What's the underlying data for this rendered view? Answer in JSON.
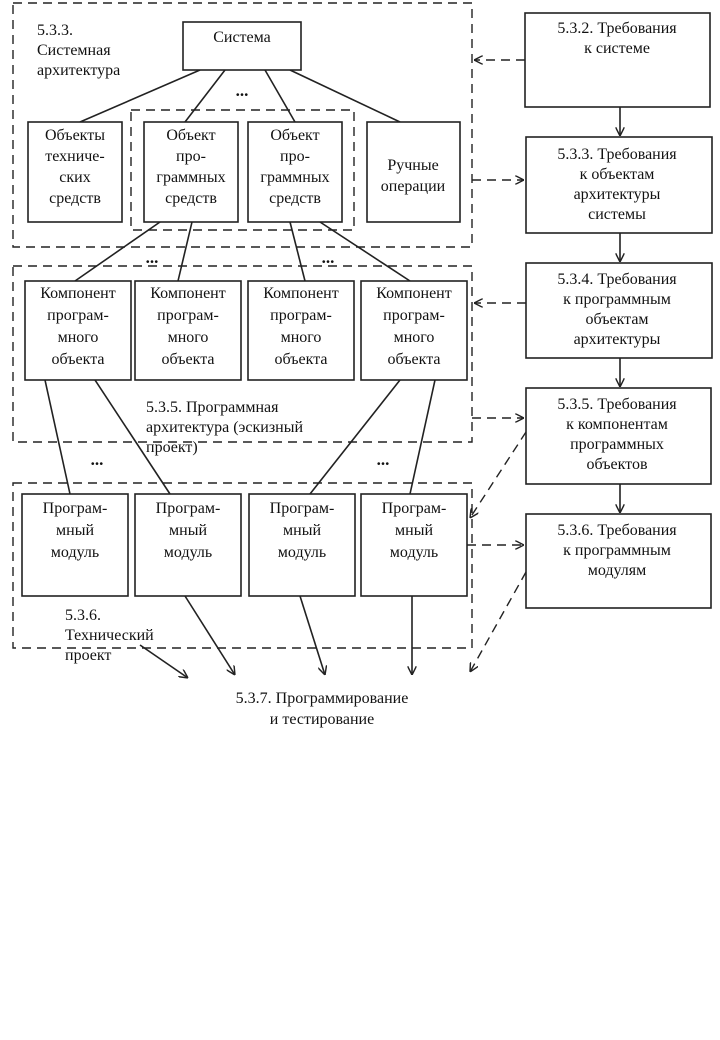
{
  "regions": {
    "system_arch": "5.3.3.|Системная|архитектура",
    "software_arch": "5.3.5. Программная|архитектура (эскизный|проект)",
    "technical": "5.3.6.|Технический|проект"
  },
  "nodes": {
    "system": "Система",
    "hw_objects": "Объекты|техниче-|ских|средств",
    "sw_object_1": "Объект|про-|граммных|средств",
    "sw_object_2": "Объект|про-|граммных|средств",
    "manual_ops": "Ручные|операции",
    "component": "Компонент|програм-|много|объекта",
    "module": "Програм-|мный|модуль",
    "programming": "5.3.7. Программирование|и тестирование"
  },
  "requirements": {
    "r532": "5.3.2. Требования|к системе",
    "r533": "5.3.3. Требования|к объектам|архитектуры|системы",
    "r534": "5.3.4. Требования|к программным|объектам|архитектуры",
    "r535": "5.3.5. Требования|к компонентам|программных|объектов",
    "r536": "5.3.6. Требования|к программным|модулям"
  },
  "ellipsis": "..."
}
